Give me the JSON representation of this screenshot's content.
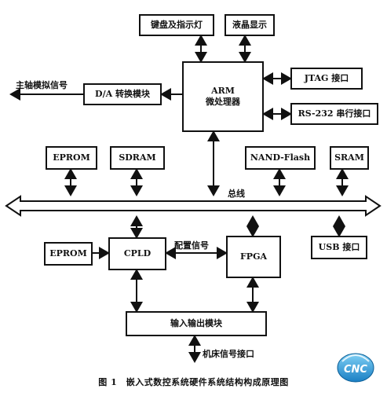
{
  "blocks": {
    "keyboard": "键盘及指示灯",
    "lcd": "液晶显示",
    "arm_line1": "ARM",
    "arm_line2": "微处理器",
    "jtag": "JTAG 接口",
    "rs232": "RS-232 串行接口",
    "da": "D/A 转换模块",
    "eprom_top": "EPROM",
    "sdram": "SDRAM",
    "nand": "NAND-Flash",
    "sram": "SRAM",
    "eprom_bottom": "EPROM",
    "cpld": "CPLD",
    "fpga": "FPGA",
    "usb": "USB 接口",
    "io": "输入输出模块"
  },
  "labels": {
    "spindle": "主轴模拟信号",
    "bus": "总线",
    "config": "配置信号",
    "machine": "机床信号接口"
  },
  "caption": "图 1　嵌入式数控系统硬件系统结构构成原理图",
  "logo": {
    "text": "CNC",
    "color": "#1a7fc4"
  }
}
